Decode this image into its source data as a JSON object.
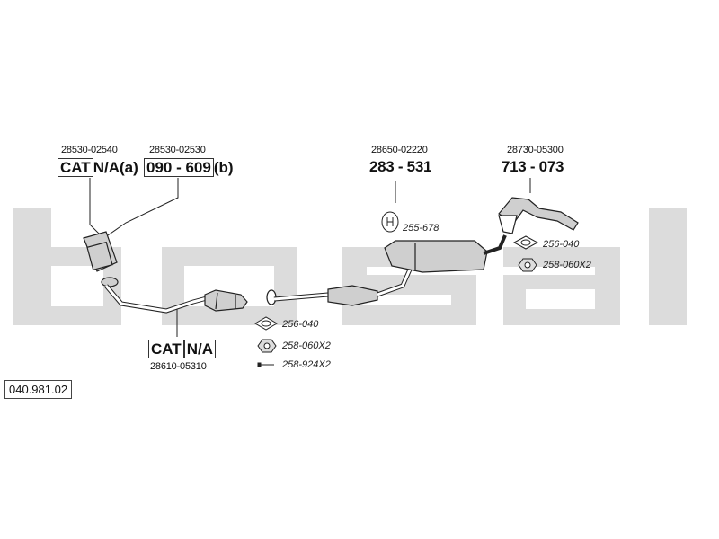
{
  "diagram_id": "040.981.02",
  "watermark": "bosal",
  "parts": {
    "front_pipe_cat_ref": "28530-02540",
    "front_pipe_cat_label": "CAT",
    "front_pipe_cat_suffix": "N/A(a)",
    "front_pipe_alt_ref": "28530-02530",
    "front_pipe_alt_code": "090 - 609",
    "front_pipe_alt_suffix": "(b)",
    "middle_cat_label": "CAT",
    "middle_cat_suffix": "N/A",
    "middle_cat_ref": "28610-05310",
    "center_muffler_ref": "28650-02220",
    "center_muffler_code": "283 - 531",
    "rear_pipe_ref": "28730-05300",
    "rear_pipe_code": "713 - 073"
  },
  "accessories": {
    "hanger_center": "255-678",
    "gasket_mid": "256-040",
    "nut_mid": "258-060X2",
    "bolt_mid": "258-924X2",
    "gasket_rear": "256-040",
    "nut_rear": "258-060X2"
  },
  "colors": {
    "watermark": "#d9d9d9",
    "line": "#222222",
    "part_fill": "#cfcfcf"
  }
}
